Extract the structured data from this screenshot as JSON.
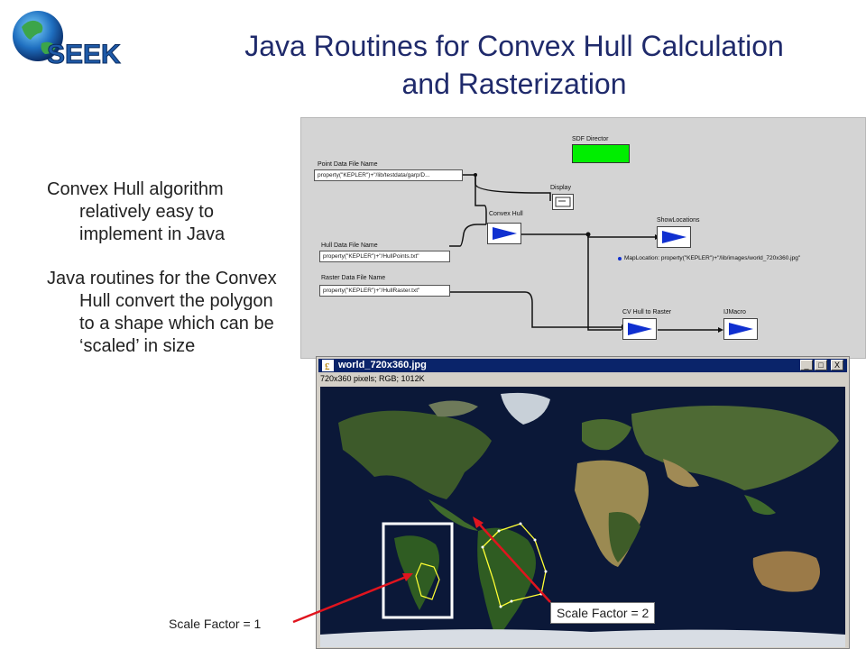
{
  "logo": {
    "text": "SEEK",
    "icon": "globe-icon"
  },
  "title": {
    "line1": "Java Routines for Convex Hull Calculation",
    "line2": "and Rasterization"
  },
  "bullets": [
    "Convex Hull algorithm relatively easy to implement in Java",
    "Java routines for the Convex Hull convert the polygon to a shape which can be ‘scaled’ in size"
  ],
  "workflow": {
    "director_label": "SDF Director",
    "point_label": "Point Data File Name",
    "point_value": "property(\"KEPLER\")+\"/lib/testdata/garp/D...",
    "display_label": "Display",
    "convex_label": "Convex Hull",
    "show_label": "ShowLocations",
    "hull_label": "Hull Data File Name",
    "hull_value": "property(\"KEPLER\")+\"/HullPoints.txt\"",
    "map_note": "MapLocation: property(\"KEPLER\")+\"/lib/images/world_720x360.jpg\"",
    "raster_label": "Raster Data File Name",
    "raster_value": "property(\"KEPLER\")+\"/HullRaster.txt\"",
    "cv_label": "CV Hull to Raster",
    "ijmacro_label": "IJMacro",
    "colors": {
      "director": "#00ee00",
      "arrow": "#1030d0",
      "panel": "#d4d4d4"
    }
  },
  "viewer": {
    "title": "world_720x360.jpg",
    "info": "720x360 pixels; RGB; 1012K",
    "buttons": {
      "minimize": "_",
      "maximize": "□",
      "close": "X"
    }
  },
  "callouts": {
    "scale1": "Scale Factor = 1",
    "scale2": "Scale Factor = 2"
  }
}
